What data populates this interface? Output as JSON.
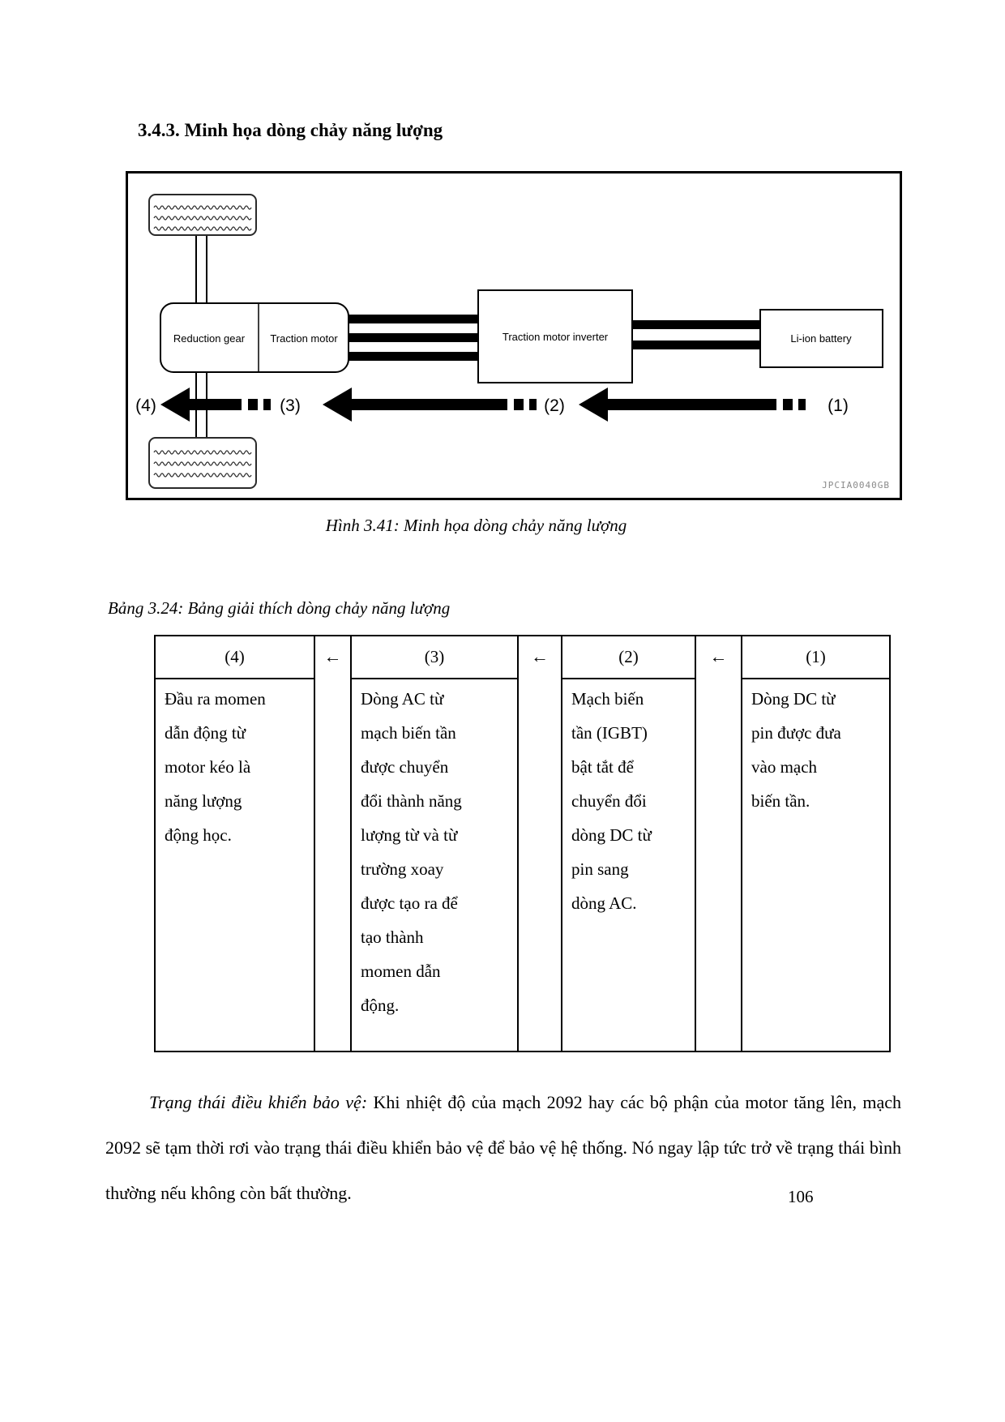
{
  "page": {
    "heading": "3.4.3. Minh họa dòng chảy năng lượng",
    "page_number": "106"
  },
  "colors": {
    "text": "#000000",
    "diagram_ink": "#000000",
    "watermark_gray": "#8a8a8a"
  },
  "figure": {
    "caption": "Hình 3.41: Minh họa dòng chảy năng lượng",
    "watermark": "JPCIA0040GB",
    "labels": {
      "reduction_gear": "Reduction gear",
      "traction_motor": "Traction motor",
      "inverter": "Traction motor inverter",
      "battery": "Li-ion battery"
    },
    "flow_labels": [
      "(4)",
      "(3)",
      "(2)",
      "(1)"
    ]
  },
  "table": {
    "caption": "Bảng 3.24: Bảng giải thích dòng chảy năng lượng",
    "headers": [
      "(4)",
      "←",
      "(3)",
      "←",
      "(2)",
      "←",
      "(1)"
    ],
    "cells": {
      "c4": [
        "Đầu ra momen",
        "dẫn động từ",
        "motor kéo là",
        "năng lượng",
        "động học."
      ],
      "c3": [
        "Dòng AC từ",
        "mạch biến tần",
        "được chuyển",
        "đổi thành năng",
        "lượng từ và từ",
        "trường xoay",
        "được tạo ra để",
        "tạo thành",
        "momen dẫn",
        "động."
      ],
      "c2": [
        "Mạch biến",
        "tần (IGBT)",
        "bật tắt để",
        "chuyển đổi",
        "dòng DC từ",
        "pin sang",
        "dòng AC."
      ],
      "c1": [
        "Dòng DC từ",
        "pin được đưa",
        "vào mạch",
        "biến tần."
      ]
    }
  },
  "paragraph": {
    "lead": "Trạng thái điều khiển bảo vệ:",
    "body": " Khi nhiệt độ của mạch 2092 hay các bộ phận của motor tăng lên, mạch 2092 sẽ tạm thời rơi vào trạng thái điều khiển bảo vệ để bảo vệ hệ thống. Nó ngay lập tức trở về trạng thái bình thường nếu không còn bất thường."
  }
}
